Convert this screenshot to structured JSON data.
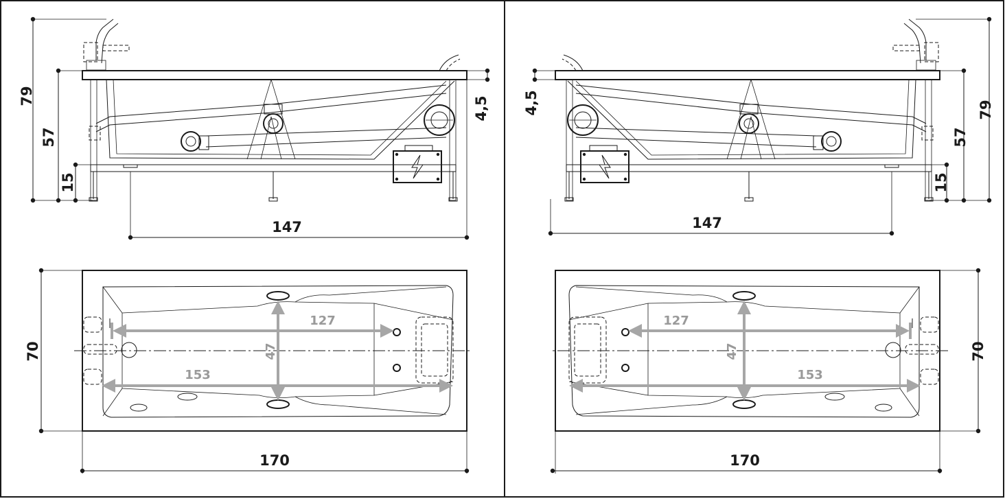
{
  "left_panel": {
    "side_view": {
      "total_height": "79",
      "rim_height": "57",
      "frame_height": "15",
      "rim_thickness": "4,5",
      "leg_spacing": "147"
    },
    "top_view": {
      "width": "70",
      "length": "170",
      "inner_span": "127",
      "outer_span": "153",
      "cross_span": "47"
    }
  },
  "right_panel": {
    "side_view": {
      "total_height": "79",
      "rim_height": "57",
      "frame_height": "15",
      "rim_thickness": "4,5",
      "leg_spacing": "147"
    },
    "top_view": {
      "width": "70",
      "length": "170",
      "inner_span": "127",
      "outer_span": "153",
      "cross_span": "47"
    }
  },
  "colors": {
    "line": "#1a1a1a",
    "jet_dimension": "#a6a6a6",
    "background": "#ffffff"
  },
  "icons": {
    "junction_box": "lightning-bolt-icon"
  }
}
